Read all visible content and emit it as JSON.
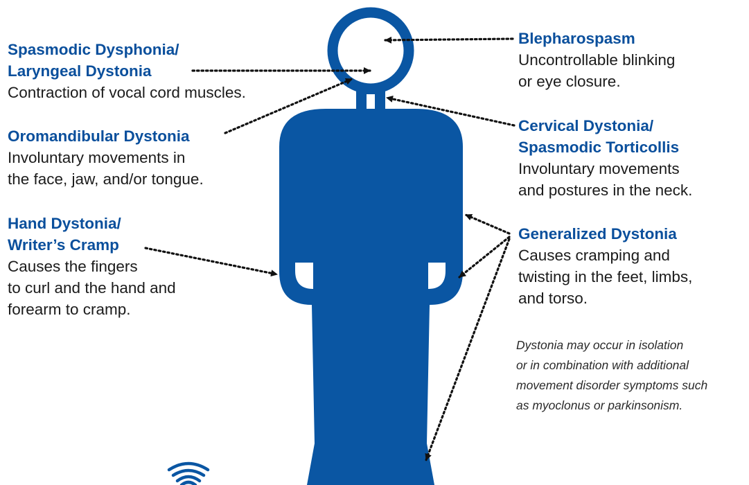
{
  "colors": {
    "figure": "#0a56a3",
    "heading": "#0a4f9c",
    "body_text": "#1b1b1b"
  },
  "labels": {
    "spasmodic_dysphonia": {
      "title1": "Spasmodic Dysphonia/",
      "title2": "Laryngeal Dystonia",
      "desc1": "Contraction of vocal cord muscles."
    },
    "oromandibular": {
      "title1": "Oromandibular Dystonia",
      "desc1": "Involuntary movements in",
      "desc2": "the face, jaw, and/or tongue."
    },
    "hand": {
      "title1": "Hand Dystonia/",
      "title2": "Writer’s Cramp",
      "desc1": "Causes the fingers",
      "desc2": "to curl and the hand and",
      "desc3": "forearm to cramp."
    },
    "blepharospasm": {
      "title1": "Blepharospasm",
      "desc1": "Uncontrollable blinking",
      "desc2": "or eye closure."
    },
    "cervical": {
      "title1": "Cervical Dystonia/",
      "title2": "Spasmodic Torticollis",
      "desc1": "Involuntary movements",
      "desc2": "and postures in the neck."
    },
    "generalized": {
      "title1": "Generalized Dystonia",
      "desc1": "Causes cramping and",
      "desc2": "twisting in the feet, limbs,",
      "desc3": "and torso."
    }
  },
  "note": {
    "line1": "Dystonia may occur in isolation",
    "line2": "or in combination with additional",
    "line3": "movement disorder symptoms such",
    "line4": "as myoclonus or parkinsonism."
  },
  "icons": {
    "logo": "fingerprint-logo-icon"
  }
}
